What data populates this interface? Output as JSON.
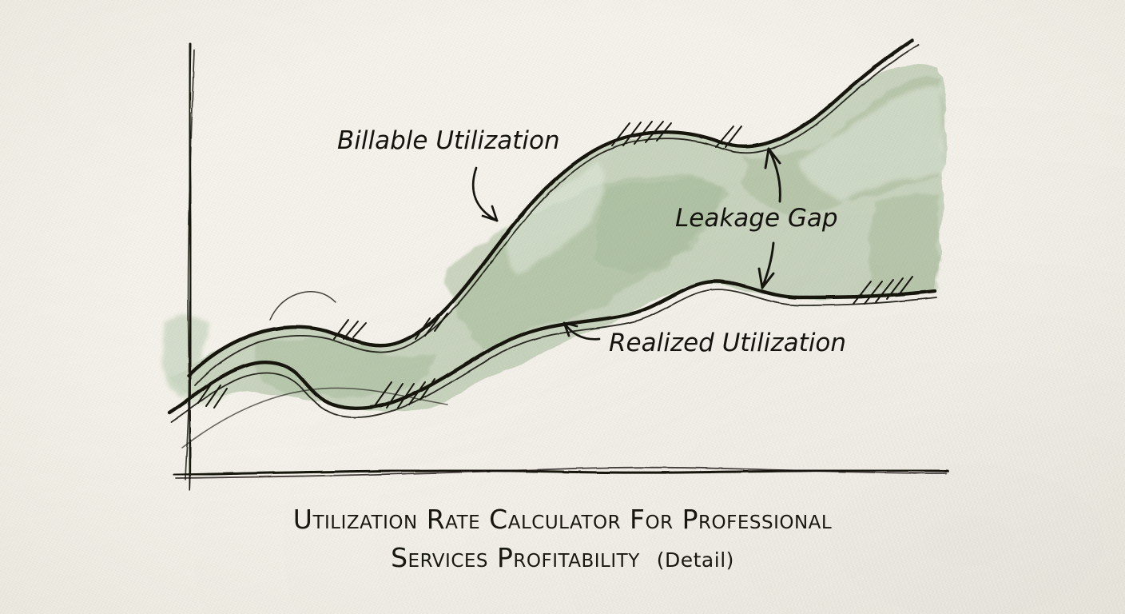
{
  "title": {
    "line1": "Utilization Rate Calculator For Professional",
    "line2_main": "Services Profitability",
    "line2_paren": "(Detail)"
  },
  "annotations": {
    "billable": "Billable Utilization",
    "leakage": "Leakage Gap",
    "realized": "Realized Utilization"
  },
  "colors": {
    "paper": "#f4f2ea",
    "ink": "#15140f",
    "band_fill": "#c3d1ba",
    "band_fill_dark": "#a9bd9d",
    "band_fill_light": "#d3dece"
  },
  "chart_data": {
    "type": "area",
    "title": "Utilization Rate Calculator For Professional Services Profitability (Detail)",
    "subtitle": "",
    "xlabel": "",
    "ylabel": "",
    "grid": false,
    "legend_position": "inline-annotations",
    "xlim": [
      0,
      100
    ],
    "ylim": [
      0,
      100
    ],
    "axis_ticks": {
      "x": [],
      "y": []
    },
    "annotations": [
      {
        "text": "Billable Utilization",
        "target_series": "Billable Utilization",
        "arrow": "curved-down-right"
      },
      {
        "text": "Leakage Gap",
        "target_series": "band",
        "arrow": "double-vertical"
      },
      {
        "text": "Realized Utilization",
        "target_series": "Realized Utilization",
        "arrow": "curved-up-left"
      }
    ],
    "x": [
      0,
      5,
      10,
      15,
      20,
      25,
      30,
      35,
      40,
      45,
      50,
      55,
      60,
      65,
      70,
      75,
      80,
      85,
      90,
      95,
      100
    ],
    "series": [
      {
        "name": "Billable Utilization",
        "color": "#15140f",
        "values": [
          30,
          35,
          41,
          45,
          45,
          44,
          46,
          51,
          58,
          65,
          71,
          75,
          77,
          78,
          79,
          78,
          77,
          80,
          87,
          93,
          97
        ]
      },
      {
        "name": "Realized Utilization",
        "color": "#15140f",
        "values": [
          15,
          18,
          21,
          22,
          20,
          17,
          16,
          18,
          22,
          27,
          33,
          38,
          41,
          43,
          44,
          43,
          41,
          41,
          43,
          45,
          47
        ]
      }
    ],
    "band": {
      "name": "Leakage Gap",
      "between": [
        "Realized Utilization",
        "Billable Utilization"
      ],
      "fill": "#c3d1ba",
      "values": [
        15,
        17,
        20,
        23,
        25,
        27,
        30,
        33,
        36,
        38,
        38,
        37,
        36,
        35,
        35,
        35,
        36,
        39,
        44,
        48,
        50
      ]
    }
  }
}
